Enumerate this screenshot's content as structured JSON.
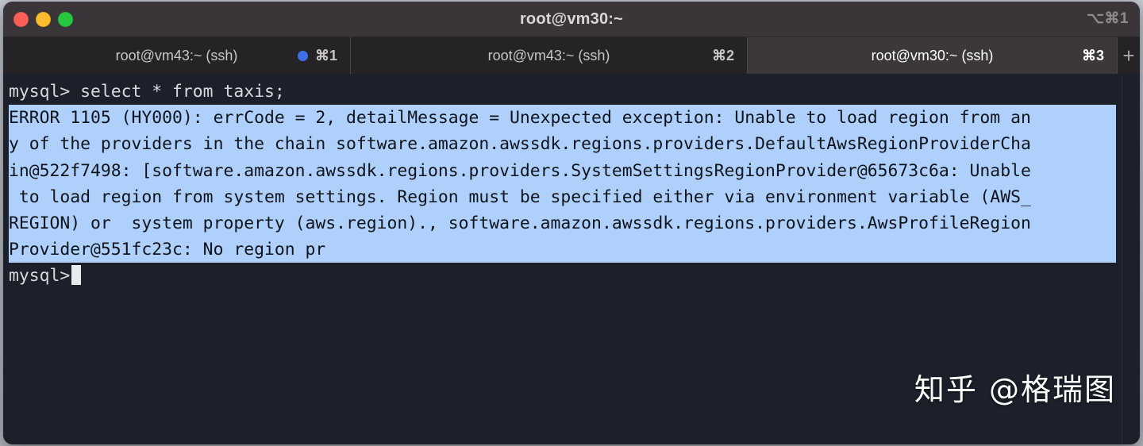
{
  "window": {
    "title": "root@vm30:~",
    "shortcut": "⌥⌘1",
    "traffic_lights": [
      {
        "name": "close",
        "color": "#fa5f57"
      },
      {
        "name": "minimize",
        "color": "#fcbc2e"
      },
      {
        "name": "maximize",
        "color": "#29c73f"
      }
    ]
  },
  "tabs": [
    {
      "title": "root@vm43:~ (ssh)",
      "shortcut": "⌘1",
      "active": false,
      "indicator": true
    },
    {
      "title": "root@vm43:~ (ssh)",
      "shortcut": "⌘2",
      "active": false,
      "indicator": false
    },
    {
      "title": "root@vm30:~ (ssh)",
      "shortcut": "⌘3",
      "active": true,
      "indicator": false
    }
  ],
  "new_tab": {
    "label": "+",
    "icon": "plus-icon"
  },
  "terminal": {
    "prompt_line": "mysql> select * from taxis;",
    "selected_lines": [
      "ERROR 1105 (HY000): errCode = 2, detailMessage = Unexpected exception: Unable to load region from an",
      "y of the providers in the chain software.amazon.awssdk.regions.providers.DefaultAwsRegionProviderCha",
      "in@522f7498: [software.amazon.awssdk.regions.providers.SystemSettingsRegionProvider@65673c6a: Unable",
      " to load region from system settings. Region must be specified either via environment variable (AWS_",
      "REGION) or  system property (aws.region)., software.amazon.awssdk.regions.providers.AwsProfileRegion",
      "Provider@551fc23c: No region pr"
    ],
    "final_prompt": "mysql>",
    "selection_bg": "#aed0fb",
    "selection_fg": "#10141c",
    "background": "#1b202a",
    "foreground": "#d8d9dd"
  },
  "watermark": "知乎 @格瑞图"
}
